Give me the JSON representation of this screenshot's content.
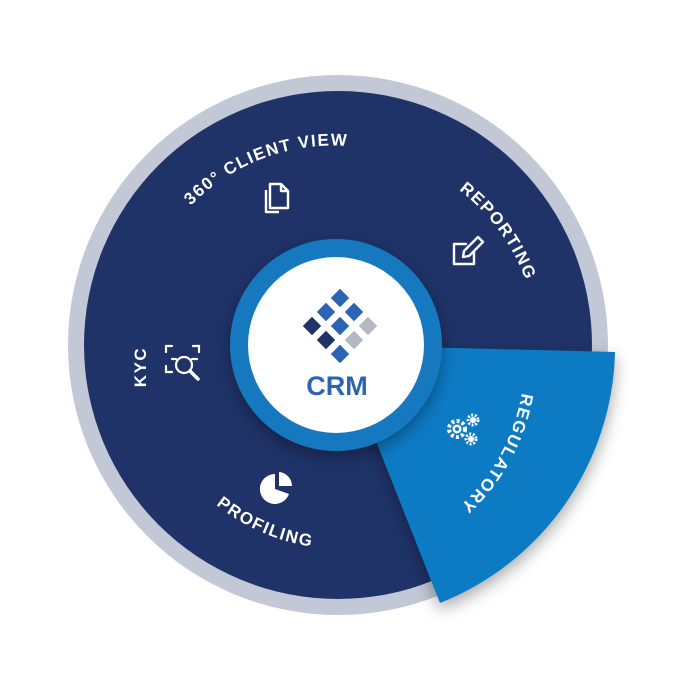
{
  "center": {
    "label": "CRM"
  },
  "segments": [
    {
      "label": "360° CLIENT VIEW",
      "icon": "documents-icon"
    },
    {
      "label": "REPORTING",
      "icon": "edit-icon"
    },
    {
      "label": "REGULATORY",
      "icon": "gears-icon"
    },
    {
      "label": "PROFILING",
      "icon": "pie-chart-icon"
    },
    {
      "label": "KYC",
      "icon": "search-scan-icon"
    }
  ],
  "colors": {
    "outer_ring": "#c3c8d6",
    "wheel": "#1f3369",
    "highlight": "#0a7ac4",
    "center_ring": "#1479c0",
    "center_fill": "#ffffff",
    "logo_blue": "#2b64b3",
    "logo_navy": "#1f3369",
    "logo_gray": "#b4b8c0"
  }
}
